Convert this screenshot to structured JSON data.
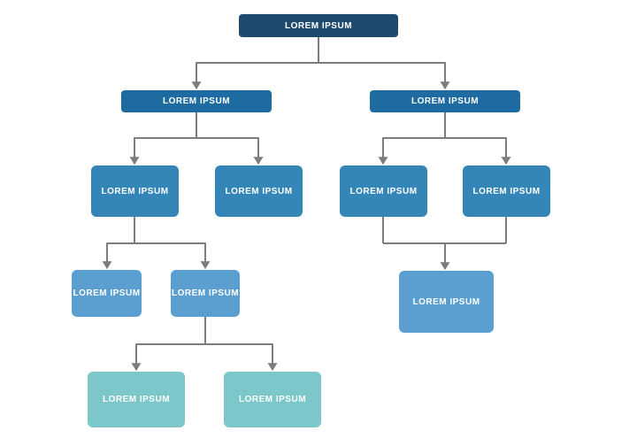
{
  "diagram": {
    "type": "flowchart",
    "background": "#ffffff",
    "connector_color": "#7d7d7d",
    "palette": {
      "level1": "#1e4a70",
      "level2": "#1e6ba1",
      "level3": "#3586b8",
      "level4": "#5b9fd1",
      "level5": "#7cc7c9"
    },
    "nodes": [
      {
        "id": "root",
        "label": "LOREM IPSUM",
        "level": 1
      },
      {
        "id": "l2a",
        "label": "LOREM IPSUM",
        "level": 2
      },
      {
        "id": "l2b",
        "label": "LOREM IPSUM",
        "level": 2
      },
      {
        "id": "l3a",
        "label": "LOREM IPSUM",
        "level": 3
      },
      {
        "id": "l3b",
        "label": "LOREM IPSUM",
        "level": 3
      },
      {
        "id": "l3c",
        "label": "LOREM IPSUM",
        "level": 3
      },
      {
        "id": "l3d",
        "label": "LOREM IPSUM",
        "level": 3
      },
      {
        "id": "l4a",
        "label": "LOREM IPSUM",
        "level": 4
      },
      {
        "id": "l4b",
        "label": "LOREM IPSUM",
        "level": 4
      },
      {
        "id": "l4c",
        "label": "LOREM IPSUM",
        "level": 4
      },
      {
        "id": "l5a",
        "label": "LOREM IPSUM",
        "level": 5
      },
      {
        "id": "l5b",
        "label": "LOREM IPSUM",
        "level": 5
      }
    ],
    "edges": [
      [
        "root",
        "l2a"
      ],
      [
        "root",
        "l2b"
      ],
      [
        "l2a",
        "l3a"
      ],
      [
        "l2a",
        "l3b"
      ],
      [
        "l2b",
        "l3c"
      ],
      [
        "l2b",
        "l3d"
      ],
      [
        "l3a",
        "l4a"
      ],
      [
        "l3a",
        "l4b"
      ],
      [
        "l3c",
        "l4c"
      ],
      [
        "l3d",
        "l4c"
      ],
      [
        "l4b",
        "l5a"
      ],
      [
        "l4b",
        "l5b"
      ]
    ]
  }
}
